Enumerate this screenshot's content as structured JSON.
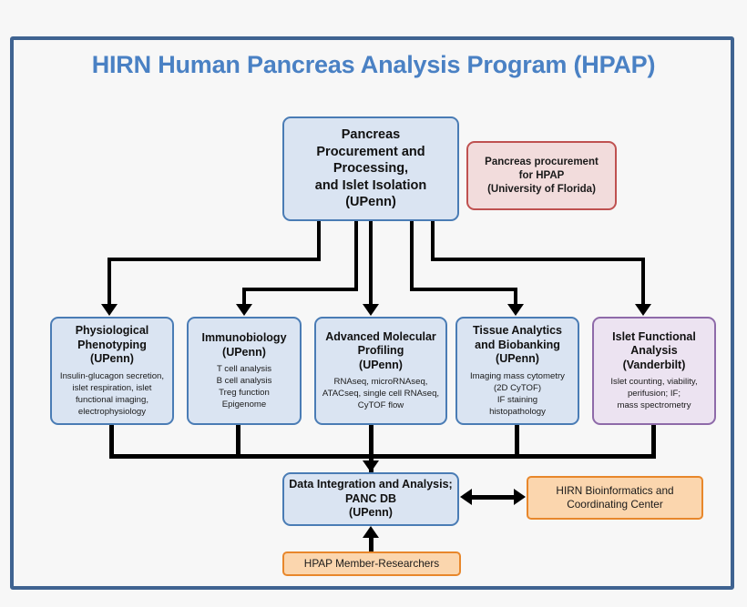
{
  "frame": {
    "accent_color": "#3f6391",
    "background": "#f7f7f7"
  },
  "title": "HIRN Human Pancreas Analysis Program (HPAP)",
  "title_color": "#4a81c4",
  "nodes": {
    "procurement": {
      "color": "#4a7cb5",
      "fill": "#dae4f2",
      "lines": [
        "Pancreas",
        "Procurement and",
        "Processing,",
        "and Islet Isolation",
        "(UPenn)"
      ]
    },
    "florida": {
      "color": "#bf5150",
      "fill": "#f2dcdc",
      "lines": [
        "Pancreas procurement",
        "for HPAP",
        "(University of Florida)"
      ]
    },
    "physiological": {
      "color": "#4a7cb5",
      "fill": "#dae4f2",
      "heading": [
        "Physiological",
        "Phenotyping",
        "(UPenn)"
      ],
      "body": [
        "Insulin-glucagon secretion,",
        "islet respiration, islet",
        "functional imaging,",
        "electrophysiology"
      ]
    },
    "immunobiology": {
      "color": "#4a7cb5",
      "fill": "#dae4f2",
      "heading": [
        "Immunobiology",
        "(UPenn)"
      ],
      "body": [
        "T cell analysis",
        "B cell analysis",
        "Treg function",
        "Epigenome"
      ]
    },
    "molecular": {
      "color": "#4a7cb5",
      "fill": "#dae4f2",
      "heading": [
        "Advanced Molecular",
        "Profiling",
        "(UPenn)"
      ],
      "body": [
        "RNAseq, microRNAseq,",
        "ATACseq, single cell RNAseq,",
        "CyTOF flow"
      ]
    },
    "tissue": {
      "color": "#4a7cb5",
      "fill": "#dae4f2",
      "heading": [
        "Tissue Analytics",
        "and Biobanking",
        "(UPenn)"
      ],
      "body": [
        "Imaging mass cytometry",
        "(2D CyTOF)",
        "IF staining",
        "histopathology"
      ]
    },
    "islet": {
      "color": "#8e6aa9",
      "fill": "#ece3f1",
      "heading": [
        "Islet Functional",
        "Analysis",
        "(Vanderbilt)"
      ],
      "body": [
        "Islet counting, viability,",
        "perifusion; IF;",
        "mass spectrometry"
      ]
    },
    "database": {
      "color": "#4a7cb5",
      "fill": "#dae4f2",
      "lines": [
        "Data Integration and Analysis;",
        "PANC DB",
        "(UPenn)"
      ]
    },
    "bioinformatics": {
      "color": "#e8872b",
      "fill": "#fbd6ae",
      "lines": [
        "HIRN Bioinformatics and",
        "Coordinating Center"
      ]
    },
    "members": {
      "color": "#e8872b",
      "fill": "#fbd6ae",
      "lines": [
        "HPAP Member-Researchers"
      ]
    }
  },
  "connectors": {
    "fan_out": "procurement to five core analysis cores",
    "fan_in": "five core analysis cores to PANC DB",
    "bidirectional": "PANC DB to HIRN Bioinformatics and Coordinating Center",
    "upward": "HPAP Member-Researchers to PANC DB"
  }
}
